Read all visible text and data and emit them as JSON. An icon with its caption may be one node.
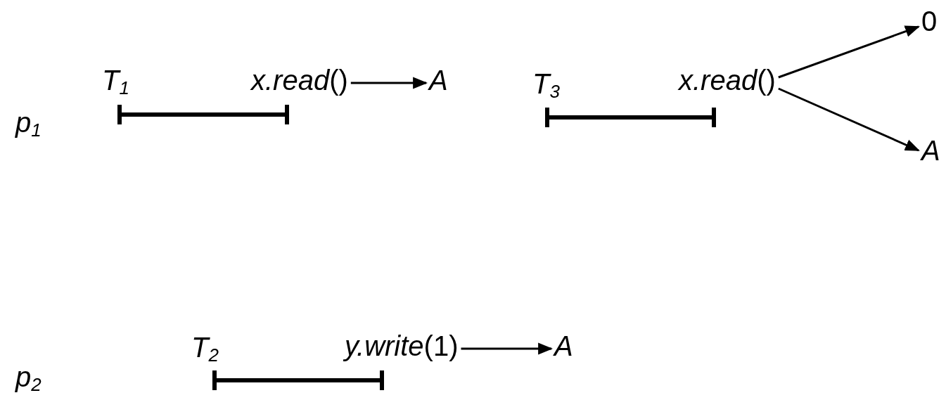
{
  "diagram": {
    "nodes": [
      {
        "text": [
          "*x.read*()"
        ]
      },
      {
        "text": [
          "A"
        ]
      },
      {
        "text": [
          "*x.read*()"
        ]
      },
      {
        "text": [
          "0"
        ]
      },
      {
        "text": [
          "A"
        ]
      },
      {
        "text": [
          "*y.write*(1)"
        ]
      },
      {
        "text": [
          "A"
        ]
      }
    ],
    "edges": [
      {
        "from": 0,
        "to": 1,
        "arrow": "to"
      },
      {
        "from": 2,
        "to": 3,
        "arrow": "to"
      },
      {
        "from": 2,
        "to": 4,
        "arrow": "to"
      },
      {
        "from": 5,
        "to": 6,
        "arrow": "to"
      }
    ],
    "labels": [
      "T$_{1}$",
      "T$_{3}$",
      "p$_{1}$",
      "T$_{2}$",
      "p$_{2}$"
    ]
  }
}
